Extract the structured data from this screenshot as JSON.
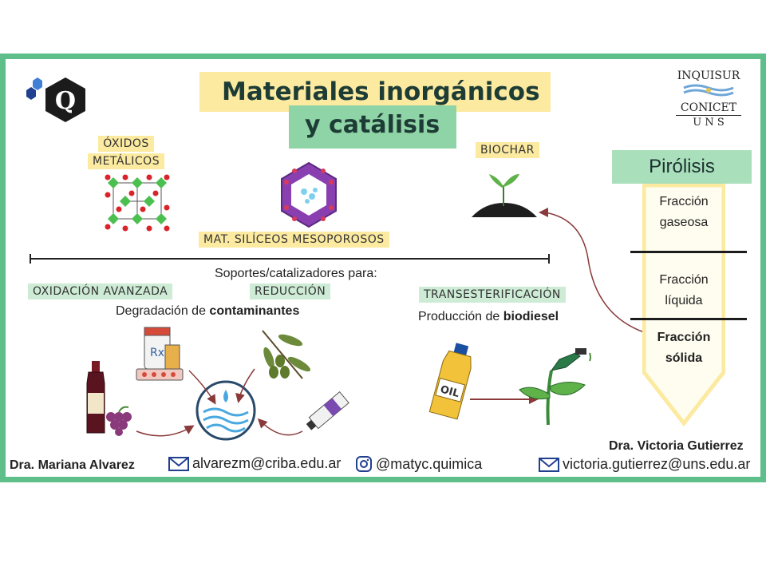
{
  "title": {
    "line1": "Materiales inorgánicos",
    "line2": "y catálisis"
  },
  "logo_q": "Q",
  "institution": {
    "line1": "INQUISUR",
    "line2": "CONICET",
    "line3": "U N S"
  },
  "tags": {
    "oxidos_line1": "ÓXIDOS",
    "oxidos_line2": "METÁLICOS",
    "biochar": "BIOCHAR",
    "siliceos": "MAT. SILÍCEOS MESOPOROSOS",
    "oxidacion": "OXIDACIÓN AVANZADA",
    "reduccion": "REDUCCIÓN",
    "transesterificacion": "TRANSESTERIFICACIÓN"
  },
  "soportes": "Soportes/catalizadores para:",
  "degradacion": {
    "prefix": "Degradación de ",
    "bold": "contaminantes"
  },
  "produccion": {
    "prefix": "Producción de ",
    "bold": "biodiesel"
  },
  "oil_label": "OIL",
  "pirolisis": {
    "title": "Pirólisis",
    "gas_1": "Fracción",
    "gas_2": "gaseosa",
    "liq_1": "Fracción",
    "liq_2": "líquida",
    "sol_1": "Fracción",
    "sol_2": "sólida"
  },
  "footer": {
    "author1": "Dra. Mariana Alvarez",
    "email1": "alvarezm@criba.edu.ar",
    "instagram": "@matyc.quimica",
    "author2": "Dra. Victoria Gutierrez",
    "email2": "victoria.gutierrez@uns.edu.ar"
  },
  "colors": {
    "frame": "#5fbf8a",
    "yellow_tag": "#fbeaa0",
    "green_tag": "#cdebd5",
    "title_text": "#1d3c35"
  }
}
